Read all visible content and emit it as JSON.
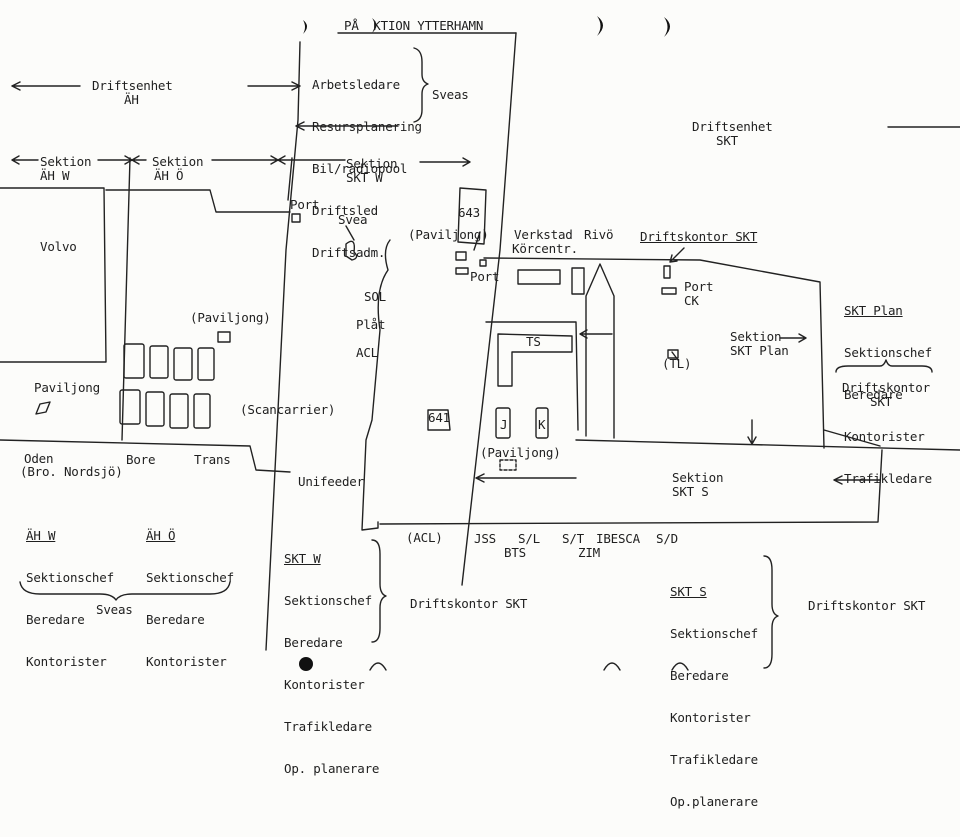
{
  "title": "PÅ  KTION YTTERHAMN",
  "labels": {
    "driftsenhet_ah": "Driftsenhet",
    "driftsenhet_ah_sub": "ÄH",
    "driftsenhet_skt": "Driftsenhet",
    "driftsenhet_skt_sub": "SKT",
    "sektion_ahw": "Sektion",
    "sektion_ahw_sub": "ÄH W",
    "sektion_aho": "Sektion",
    "sektion_aho_sub": "ÄH Ö",
    "sektion_sktw": "Sektion",
    "sektion_sktw_sub": "SKT W",
    "sektion_sktplan": "Sektion",
    "sektion_sktplan_sub": "SKT Plan",
    "sektion_skts": "Sektion",
    "sektion_skts_sub": "SKT S",
    "volvo": "Volvo",
    "port_w": "Port",
    "svea": "Svea",
    "paviljong_1": "(Paviljong)",
    "port_mid": "Port",
    "b643": "643",
    "verkstad": "Verkstad",
    "korcentr": "Körcentr.",
    "rivo": "Rivö",
    "driftskontor_skt_top": "Driftskontor SKT",
    "port_ck": "Port",
    "port_ck_sub": "CK",
    "sol": "SOL",
    "plat": "Plåt",
    "acl": "ACL",
    "ts": "TS",
    "tl": "(TL)",
    "paviljong_2": "(Paviljong)",
    "paviljong_3": "Paviljong",
    "scancarrier": "(Scancarrier)",
    "b641": "641",
    "j": "J",
    "k": "K",
    "paviljong_4": "(Paviljong)",
    "oden": "Oden",
    "bro_nordsjo": "(Bro. Nordsjö)",
    "bore": "Bore",
    "trans": "Trans",
    "unifeeder": "Unifeeder",
    "acl_bottom": "(ACL)",
    "jss": "JSS",
    "sl": "S/L",
    "st": "S/T",
    "ibesca": "IBESCA",
    "sd": "S/D",
    "bts": "BTS",
    "zim": "ZIM",
    "driftskontor_skt_bottom": "Driftskontor SKT",
    "driftskontor_skt_right": "Driftskontor SKT",
    "driftskontor_skt_plan": "Driftskontor",
    "driftskontor_skt_plan_sub": "SKT",
    "sveas_top": "Sveas",
    "sveas_bottom": "Sveas"
  },
  "lists": {
    "management": [
      "Arbetsledare",
      "Resursplanering",
      "Bil/radiopool",
      "Driftsled",
      "Driftsadm."
    ],
    "ahw": {
      "title": "ÄH W",
      "items": [
        "Sektionschef",
        "Beredare",
        "Kontorister"
      ]
    },
    "aho": {
      "title": "ÄH Ö",
      "items": [
        "Sektionschef",
        "Beredare",
        "Kontorister"
      ]
    },
    "sktw": {
      "title": "SKT W",
      "items": [
        "Sektionschef",
        "Beredare",
        "Kontorister",
        "Trafikledare",
        "Op. planerare"
      ]
    },
    "skts": {
      "title": "SKT S",
      "items": [
        "Sektionschef",
        "Beredare",
        "Kontorister",
        "Trafikledare",
        "Op.planerare"
      ]
    },
    "sktplan": {
      "title": "SKT Plan",
      "items": [
        "Sektionschef",
        "Beredare",
        "Kontorister",
        "Trafikledare"
      ]
    }
  }
}
